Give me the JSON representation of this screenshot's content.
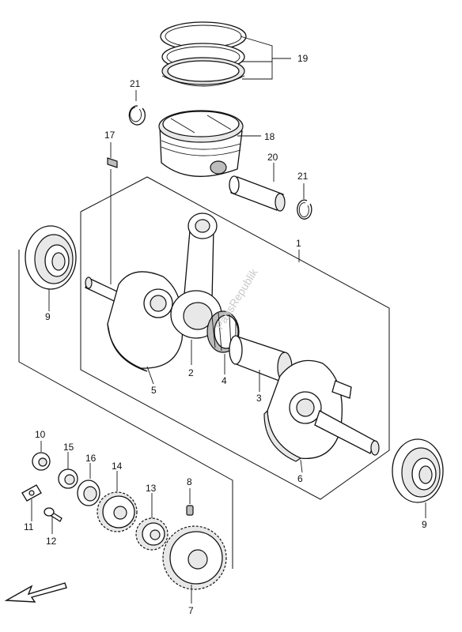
{
  "watermark": "PartsRepublik",
  "callouts": {
    "c1": "1",
    "c2": "2",
    "c3": "3",
    "c4": "4",
    "c5": "5",
    "c6": "6",
    "c7": "7",
    "c8": "8",
    "c9a": "9",
    "c9b": "9",
    "c10": "10",
    "c11": "11",
    "c12": "12",
    "c13": "13",
    "c14": "14",
    "c15": "15",
    "c16": "16",
    "c17": "17",
    "c18": "18",
    "c19": "19",
    "c20": "20",
    "c21a": "21",
    "c21b": "21"
  },
  "icons": {
    "direction": "front-arrow-icon"
  }
}
